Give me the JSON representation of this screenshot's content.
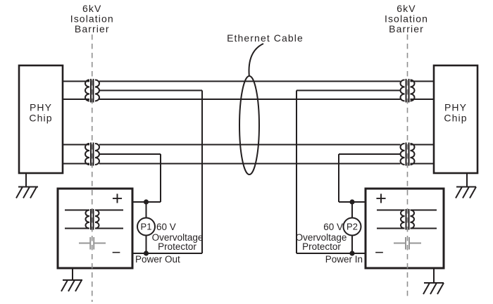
{
  "labels": {
    "barrier_left": [
      "6kV",
      "Isolation",
      "Barrier"
    ],
    "barrier_right": [
      "6kV",
      "Isolation",
      "Barrier"
    ],
    "ethernet_cable": "Ethernet Cable",
    "phy_left": [
      "PHY",
      "Chip"
    ],
    "phy_right": [
      "PHY",
      "Chip"
    ]
  },
  "protector_left": {
    "ref": "P1",
    "voltage": "60 V",
    "line1": "Overvoltage",
    "line2": "Protector",
    "power_label": "Power Out"
  },
  "protector_right": {
    "ref": "P2",
    "voltage": "60 V",
    "line1": "Overvoltage",
    "line2": "Protector",
    "power_label": "Power In"
  },
  "supply_left": {
    "plus": "+",
    "minus": "−"
  },
  "supply_right": {
    "plus": "+",
    "minus": "−"
  },
  "colors": {
    "line": "#231f20",
    "dashed": "#8f8f8f",
    "capacitor": "#969696",
    "text": "#231f20",
    "background": "#ffffff"
  }
}
